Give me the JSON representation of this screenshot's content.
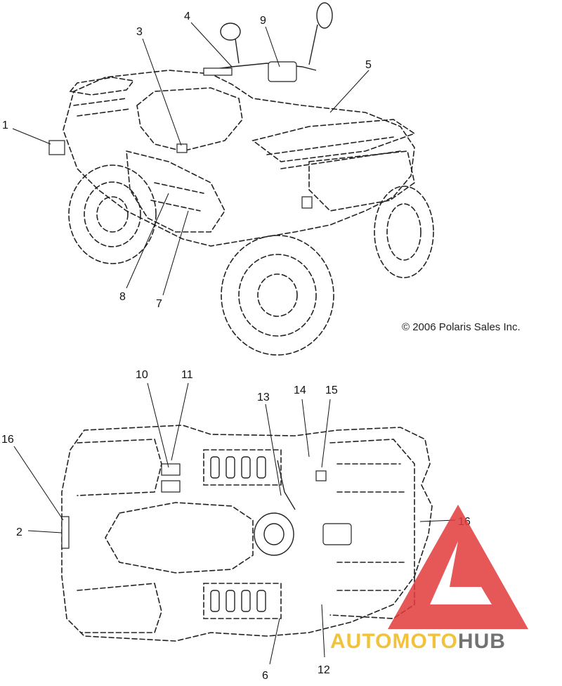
{
  "copyright": "© 2006 Polaris Sales Inc.",
  "callouts_top": [
    "1",
    "3",
    "4",
    "9",
    "5",
    "8",
    "7"
  ],
  "callouts_bottom": [
    "10",
    "11",
    "13",
    "14",
    "15",
    "16",
    "2",
    "16",
    "6",
    "12"
  ],
  "watermark": {
    "brand_part1": "AUTO",
    "brand_part2": "MOTO",
    "brand_part3": "HUB",
    "color_red": "#e23b3b",
    "color_yellow": "#f2b81c",
    "color_dark": "#5a5a5a"
  }
}
